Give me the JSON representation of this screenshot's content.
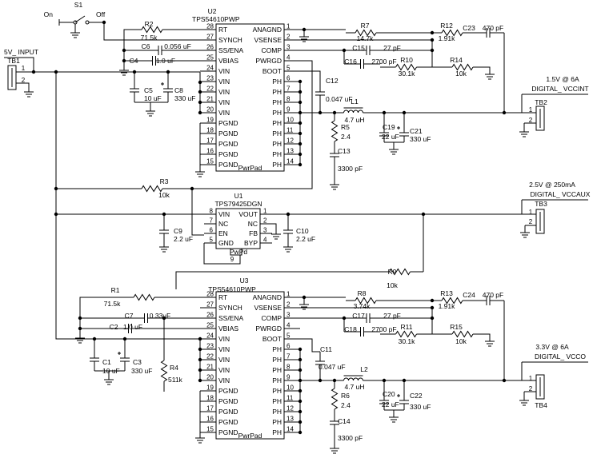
{
  "switch": {
    "ref": "S1",
    "on": "On",
    "off": "Off"
  },
  "input": {
    "net": "5V_ INPUT",
    "ref": "TB1",
    "pin1": "1",
    "pin2": "2"
  },
  "u2": {
    "ref": "U2",
    "part": "TPS54610PWP",
    "left_pins": [
      {
        "num": "28",
        "name": "RT"
      },
      {
        "num": "27",
        "name": "SYNCH"
      },
      {
        "num": "26",
        "name": "SS/ENA"
      },
      {
        "num": "25",
        "name": "VBIAS"
      },
      {
        "num": "24",
        "name": "VIN"
      },
      {
        "num": "23",
        "name": "VIN"
      },
      {
        "num": "22",
        "name": "VIN"
      },
      {
        "num": "21",
        "name": "VIN"
      },
      {
        "num": "20",
        "name": "VIN"
      },
      {
        "num": "19",
        "name": "PGND"
      },
      {
        "num": "18",
        "name": "PGND"
      },
      {
        "num": "17",
        "name": "PGND"
      },
      {
        "num": "16",
        "name": "PGND"
      },
      {
        "num": "15",
        "name": "PGND"
      }
    ],
    "right_pins": [
      {
        "num": "1",
        "name": "ANAGND"
      },
      {
        "num": "2",
        "name": "VSENSE"
      },
      {
        "num": "3",
        "name": "COMP"
      },
      {
        "num": "4",
        "name": "PWRGD"
      },
      {
        "num": "5",
        "name": "BOOT"
      },
      {
        "num": "6",
        "name": "PH"
      },
      {
        "num": "7",
        "name": "PH"
      },
      {
        "num": "8",
        "name": "PH"
      },
      {
        "num": "9",
        "name": "PH"
      },
      {
        "num": "10",
        "name": "PH"
      },
      {
        "num": "11",
        "name": "PH"
      },
      {
        "num": "12",
        "name": "PH"
      },
      {
        "num": "13",
        "name": "PH"
      },
      {
        "num": "14",
        "name": "PH"
      }
    ],
    "pad": "PwrPad"
  },
  "u3": {
    "ref": "U3",
    "part": "TPS54610PWP",
    "left_pins": [
      {
        "num": "28",
        "name": "RT"
      },
      {
        "num": "27",
        "name": "SYNCH"
      },
      {
        "num": "26",
        "name": "SS/ENA"
      },
      {
        "num": "25",
        "name": "VBIAS"
      },
      {
        "num": "24",
        "name": "VIN"
      },
      {
        "num": "23",
        "name": "VIN"
      },
      {
        "num": "22",
        "name": "VIN"
      },
      {
        "num": "21",
        "name": "VIN"
      },
      {
        "num": "20",
        "name": "VIN"
      },
      {
        "num": "19",
        "name": "PGND"
      },
      {
        "num": "18",
        "name": "PGND"
      },
      {
        "num": "17",
        "name": "PGND"
      },
      {
        "num": "16",
        "name": "PGND"
      },
      {
        "num": "15",
        "name": "PGND"
      }
    ],
    "right_pins": [
      {
        "num": "1",
        "name": "ANAGND"
      },
      {
        "num": "2",
        "name": "VSENSE"
      },
      {
        "num": "3",
        "name": "COMP"
      },
      {
        "num": "4",
        "name": "PWRGD"
      },
      {
        "num": "5",
        "name": "BOOT"
      },
      {
        "num": "6",
        "name": "PH"
      },
      {
        "num": "7",
        "name": "PH"
      },
      {
        "num": "8",
        "name": "PH"
      },
      {
        "num": "9",
        "name": "PH"
      },
      {
        "num": "10",
        "name": "PH"
      },
      {
        "num": "11",
        "name": "PH"
      },
      {
        "num": "12",
        "name": "PH"
      },
      {
        "num": "13",
        "name": "PH"
      },
      {
        "num": "14",
        "name": "PH"
      }
    ],
    "pad": "PwrPad"
  },
  "u1": {
    "ref": "U1",
    "part": "TPS79425DGN",
    "left_pins": [
      {
        "num": "8",
        "name": "VIN"
      },
      {
        "num": "7",
        "name": "NC"
      },
      {
        "num": "6",
        "name": "EN"
      },
      {
        "num": "5",
        "name": "GND"
      }
    ],
    "right_pins": [
      {
        "num": "1",
        "name": "VOUT"
      },
      {
        "num": "2",
        "name": "NC"
      },
      {
        "num": "3",
        "name": "FB"
      },
      {
        "num": "4",
        "name": "BYP"
      }
    ],
    "pad_num": "9",
    "pad": "PwPd"
  },
  "top": {
    "r2": {
      "ref": "R2",
      "val": "71.5k"
    },
    "c6": {
      "ref": "C6",
      "val": "0.056 uF"
    },
    "c4": {
      "ref": "C4",
      "val": "1.0 uF"
    },
    "c5": {
      "ref": "C5",
      "val": "10 uF"
    },
    "c8": {
      "ref": "C8",
      "val": "330 uF"
    },
    "r7": {
      "ref": "R7",
      "val": "14.7k"
    },
    "r12": {
      "ref": "R12",
      "val": "1.91k"
    },
    "c23": {
      "ref": "C23",
      "val": "470 pF"
    },
    "c15": {
      "ref": "C15",
      "val": "27 pF"
    },
    "c16": {
      "ref": "C16",
      "val": "2700 pF"
    },
    "r10": {
      "ref": "R10",
      "val": "30.1k"
    },
    "r14": {
      "ref": "R14",
      "val": "10k"
    },
    "c12": {
      "ref": "C12",
      "val": "0.047 uF"
    },
    "l1": {
      "ref": "L1",
      "val": "4.7 uH"
    },
    "r5": {
      "ref": "R5",
      "val": "2.4"
    },
    "c13": {
      "ref": "C13",
      "val": "3300 pF"
    },
    "c19": {
      "ref": "C19",
      "val": "22 uF"
    },
    "c21": {
      "ref": "C21",
      "val": "330 uF"
    },
    "out_rating": "1.5V @ 6A",
    "out_net": "DIGITAL_ VCCINT",
    "out_ref": "TB2"
  },
  "mid": {
    "r3": {
      "ref": "R3",
      "val": "10k"
    },
    "c9": {
      "ref": "C9",
      "val": "2.2 uF"
    },
    "c10": {
      "ref": "C10",
      "val": "2.2 uF"
    },
    "out_rating": "2.5V @ 250mA",
    "out_net": "DIGITAL_ VCCAUX",
    "out_ref": "TB3",
    "r9": {
      "ref": "R9",
      "val": "10k"
    }
  },
  "bot": {
    "r1": {
      "ref": "R1",
      "val": "71.5k"
    },
    "c7": {
      "ref": "C7",
      "val": "0.33uF"
    },
    "c2": {
      "ref": "C2",
      "val": "1.0 uF"
    },
    "c1": {
      "ref": "C1",
      "val": "10 uF"
    },
    "c3": {
      "ref": "C3",
      "val": "330 uF"
    },
    "r4": {
      "ref": "R4",
      "val": "511k"
    },
    "r8": {
      "ref": "R8",
      "val": "3.74k"
    },
    "r13": {
      "ref": "R13",
      "val": "1.91k"
    },
    "c24": {
      "ref": "C24",
      "val": "470 pF"
    },
    "c17": {
      "ref": "C17",
      "val": "27 pF"
    },
    "c18": {
      "ref": "C18",
      "val": "2700 pF"
    },
    "r11": {
      "ref": "R11",
      "val": "30.1k"
    },
    "r15": {
      "ref": "R15",
      "val": "10k"
    },
    "c11": {
      "ref": "C11",
      "val": "0.047 uF"
    },
    "l2": {
      "ref": "L2",
      "val": "4.7 uH"
    },
    "r6": {
      "ref": "R6",
      "val": "2.4"
    },
    "c14": {
      "ref": "C14",
      "val": "3300 pF"
    },
    "c20": {
      "ref": "C20",
      "val": "22 uF"
    },
    "c22": {
      "ref": "C22",
      "val": "330 uF"
    },
    "out_rating": "3.3V @ 6A",
    "out_net": "DIGITAL_ VCCO",
    "out_ref": "TB4"
  },
  "terminal_pins": {
    "p1": "1",
    "p2": "2"
  }
}
